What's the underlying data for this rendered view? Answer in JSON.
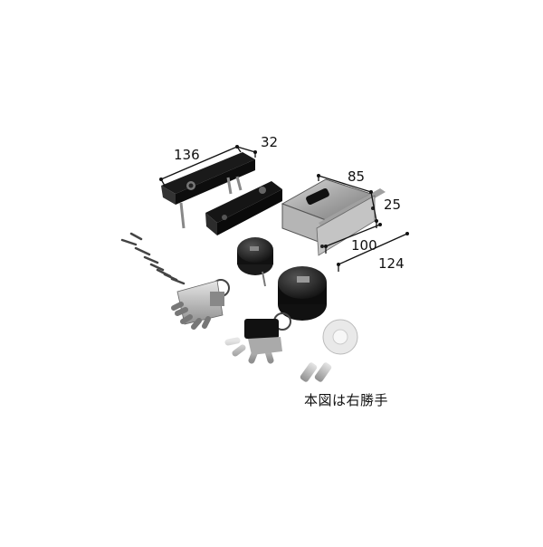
{
  "dimensions": {
    "strike_length": "136",
    "strike_width": "32",
    "lock_width": "85",
    "lock_depth": "25",
    "backset": "100",
    "total_length": "124"
  },
  "caption": "本図は右勝手"
}
